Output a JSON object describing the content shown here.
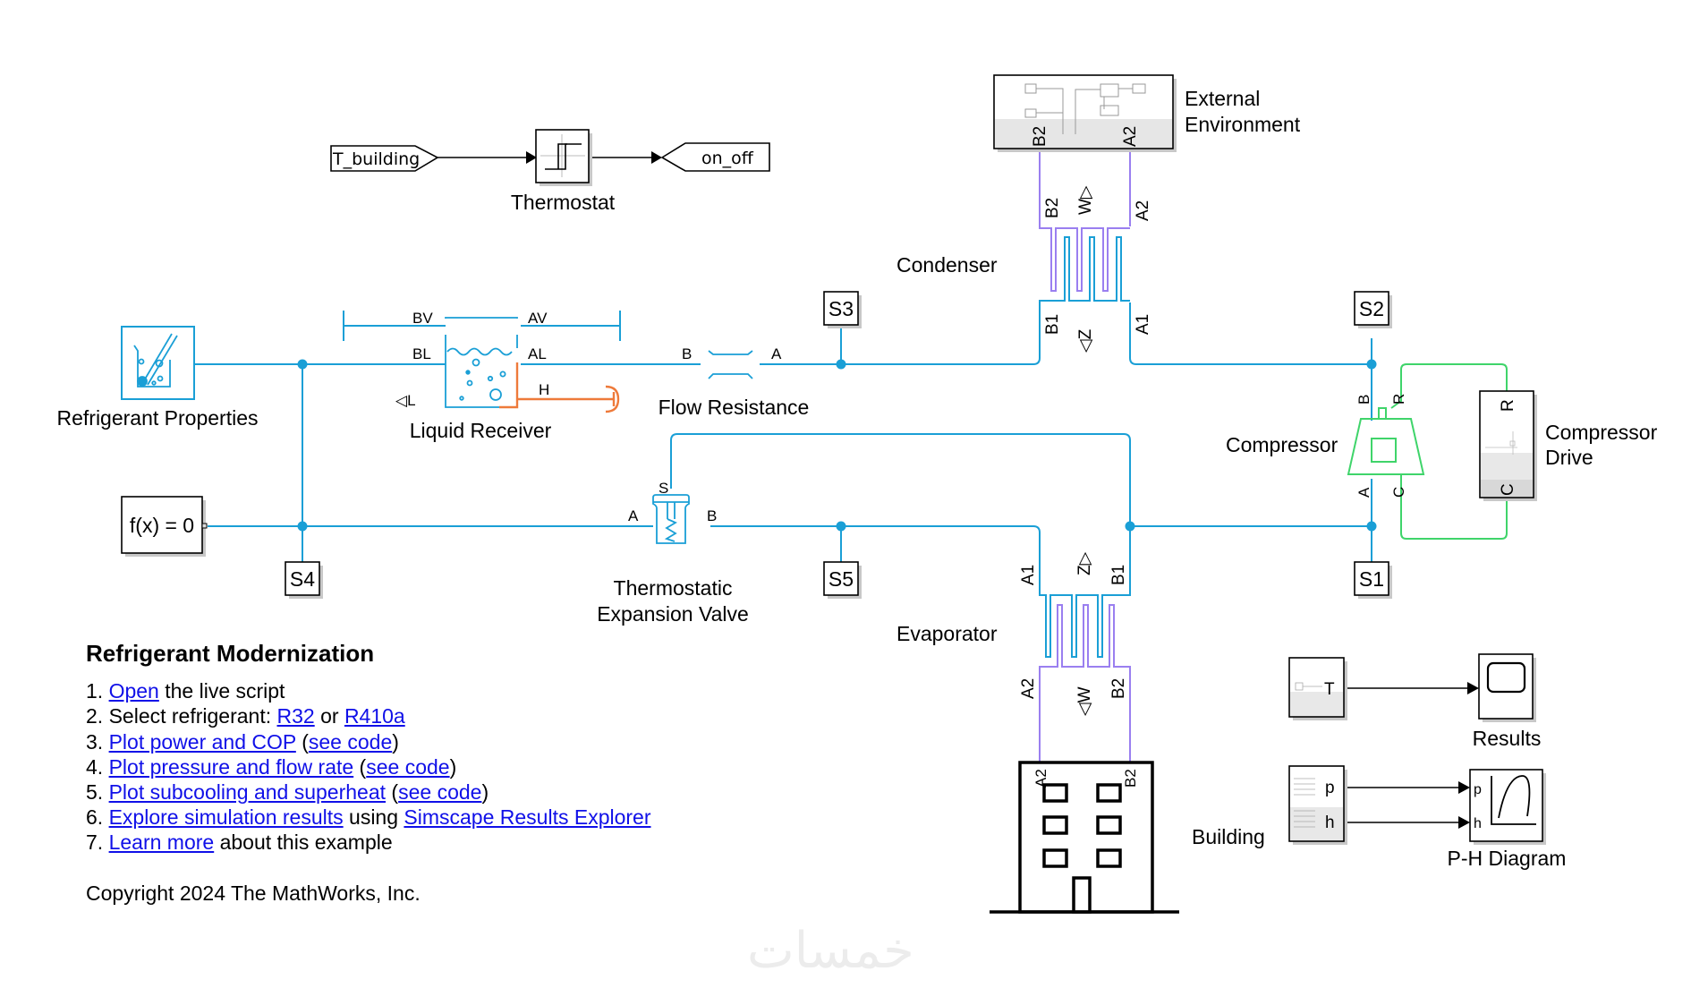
{
  "diagram": {
    "blocks": {
      "t_building_tag": "T_building",
      "on_off_tag": "on_off",
      "thermostat": "Thermostat",
      "external_environment": [
        "External",
        "Environment"
      ],
      "condenser": "Condenser",
      "refrigerant_properties": "Refrigerant Properties",
      "liquid_receiver": "Liquid Receiver",
      "flow_resistance": "Flow Resistance",
      "compressor": "Compressor",
      "compressor_drive": [
        "Compressor",
        "Drive"
      ],
      "solver": "f(x) = 0",
      "tev": [
        "Thermostatic",
        "Expansion Valve"
      ],
      "evaporator": "Evaporator",
      "building": "Building",
      "results": "Results",
      "ph_diagram": "P-H Diagram"
    },
    "sensors": [
      "S1",
      "S2",
      "S3",
      "S4",
      "S5"
    ],
    "ports": {
      "ext_env": [
        "B2",
        "A2"
      ],
      "condenser_top": [
        "B2",
        "W▷",
        "A2"
      ],
      "condenser_bottom": [
        "B1",
        "◁Z",
        "A1"
      ],
      "liquid_receiver": [
        "BV",
        "AV",
        "BL",
        "AL",
        "H",
        "◁L"
      ],
      "flow_resistance": [
        "B",
        "A"
      ],
      "compressor": [
        "B",
        "R",
        "A",
        "C"
      ],
      "compressor_drive": [
        "R",
        "C"
      ],
      "tev": [
        "S",
        "A",
        "B"
      ],
      "evaporator_top": [
        "A1",
        "Z▷",
        "B1"
      ],
      "evaporator_bottom": [
        "A2",
        "◁W",
        "B2"
      ],
      "building": [
        "A2",
        "B2"
      ],
      "results_src": "T",
      "ph_src": [
        "p",
        "h"
      ],
      "ph_dst": [
        "p",
        "h"
      ]
    }
  },
  "annotation": {
    "title": "Refrigerant Modernization",
    "steps": [
      {
        "num": "1.",
        "parts": [
          {
            "link": "Open"
          },
          {
            "text": " the live script"
          }
        ]
      },
      {
        "num": "2.",
        "parts": [
          {
            "text": "Select refrigerant: "
          },
          {
            "link": "R32"
          },
          {
            "text": " or "
          },
          {
            "link": "R410a"
          }
        ]
      },
      {
        "num": "3.",
        "parts": [
          {
            "link": "Plot power and COP"
          },
          {
            "text": " ("
          },
          {
            "link": "see code"
          },
          {
            "text": ")"
          }
        ]
      },
      {
        "num": "4.",
        "parts": [
          {
            "link": "Plot pressure and flow rate"
          },
          {
            "text": " ("
          },
          {
            "link": "see code"
          },
          {
            "text": ")"
          }
        ]
      },
      {
        "num": "5.",
        "parts": [
          {
            "link": "Plot subcooling and superheat"
          },
          {
            "text": " ("
          },
          {
            "link": "see code"
          },
          {
            "text": ")"
          }
        ]
      },
      {
        "num": "6.",
        "parts": [
          {
            "link": "Explore simulation results"
          },
          {
            "text": " using "
          },
          {
            "link": "Simscape Results Explorer"
          }
        ]
      },
      {
        "num": "7.",
        "parts": [
          {
            "link": "Learn more"
          },
          {
            "text": " about this example"
          }
        ]
      }
    ],
    "copyright": "Copyright 2024 The MathWorks, Inc."
  },
  "watermark": "خمسات",
  "colors": {
    "thermal_liquid": "#1a9fd6",
    "moist_air": "#9a7ff0",
    "mechanical": "#3fd46a",
    "thermal": "#ee7a3a",
    "link": "#1010e8"
  }
}
